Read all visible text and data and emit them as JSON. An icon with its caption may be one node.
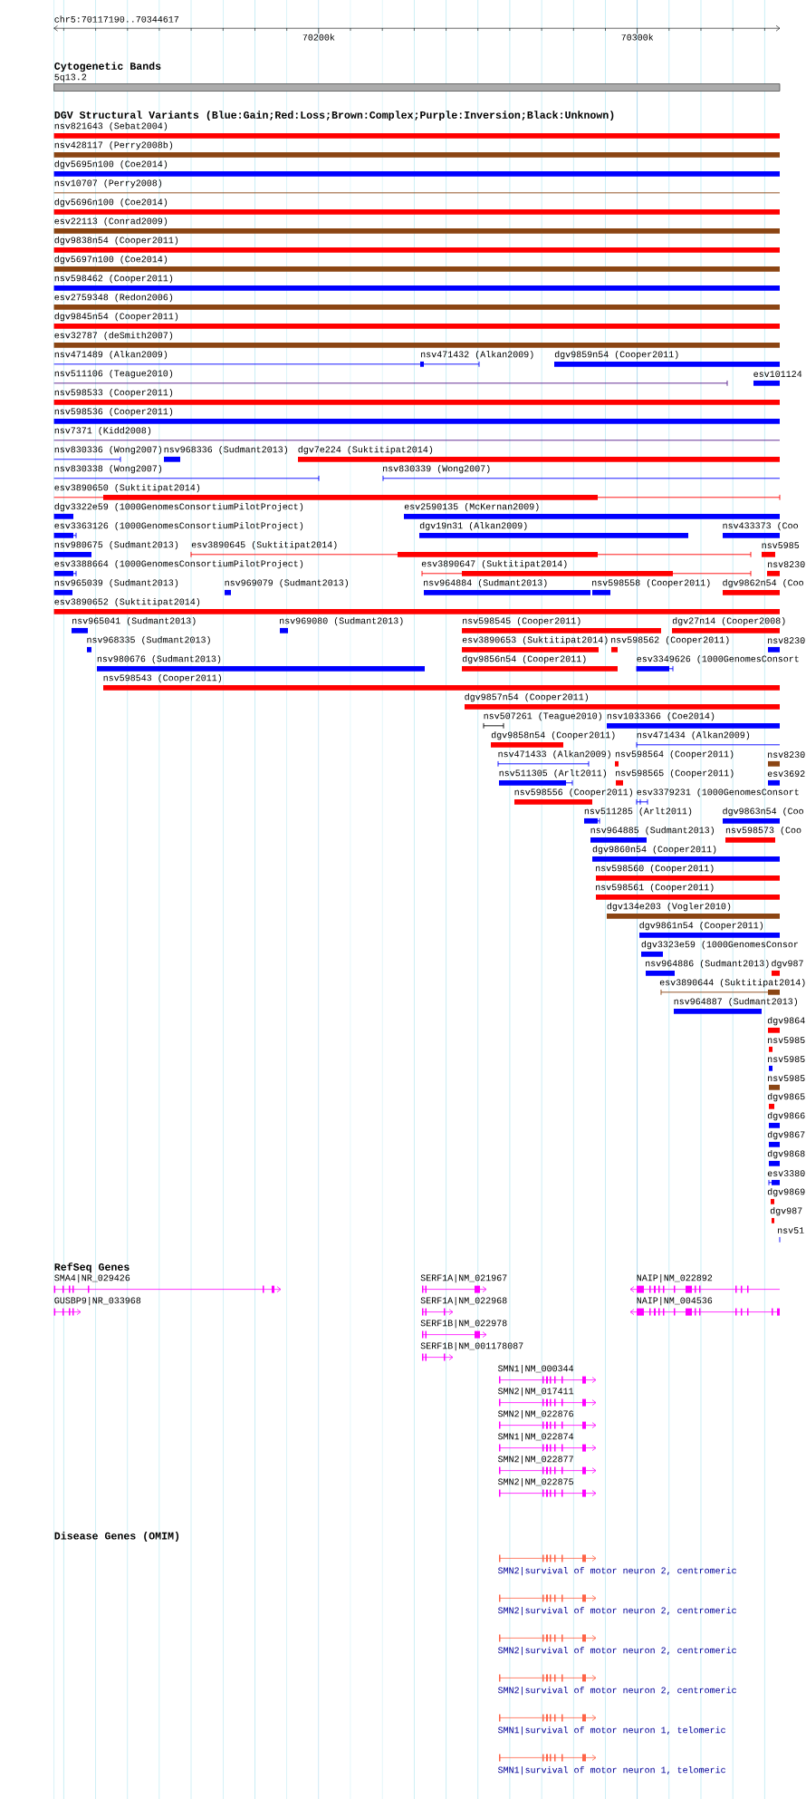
{
  "diagram": {
    "labels": [
      "chr5:70117190..70344617",
      "70200k",
      "70300k",
      "Cytogenetic Bands",
      "5q13.2",
      "DGV Structural Variants (Blue:Gain;Red:Loss;Brown:Complex;Purple:Inversion;Black:Unknown)",
      "nsv821643 (Sebat2004)",
      "nsv428117 (Perry2008b)",
      "dgv5695n100 (Coe2014)",
      "nsv10707 (Perry2008)",
      "dgv5696n100 (Coe2014)",
      "esv22113 (Conrad2009)",
      "dgv9838n54 (Cooper2011)",
      "dgv5697n100 (Coe2014)",
      "nsv598462 (Cooper2011)",
      "esv2759348 (Redon2006)",
      "dgv9845n54 (Cooper2011)",
      "esv32787 (deSmith2007)",
      "nsv471489 (Alkan2009)",
      "nsv471432 (Alkan2009)",
      "dgv9859n54 (Cooper2011)",
      "nsv511106 (Teague2010)",
      "esv101124",
      "nsv598533 (Cooper2011)",
      "nsv598536 (Cooper2011)",
      "nsv7371 (Kidd2008)",
      "nsv830336 (Wong2007)",
      "nsv968336 (Sudmant2013)",
      "dgv7e224 (Suktitipat2014)",
      "nsv830338 (Wong2007)",
      "nsv830339 (Wong2007)",
      "esv3890650 (Suktitipat2014)",
      "dgv3322e59 (1000GenomesConsortiumPilotProject)",
      "esv2590135 (McKernan2009)",
      "esv3363126 (1000GenomesConsortiumPilotProject)",
      "dgv19n31 (Alkan2009)",
      "nsv433373 (Coo",
      "nsv980675 (Sudmant2013)",
      "esv3890645 (Suktitipat2014)",
      "nsv5985",
      "esv3388664 (1000GenomesConsortiumPilotProject)",
      "esv3890647 (Suktitipat2014)",
      "nsv8230",
      "nsv965039 (Sudmant2013)",
      "nsv969079 (Sudmant2013)",
      "nsv964884 (Sudmant2013)",
      "nsv598558 (Cooper2011)",
      "dgv9862n54 (Coo",
      "esv3890652 (Suktitipat2014)",
      "nsv965041 (Sudmant2013)",
      "nsv969080 (Sudmant2013)",
      "nsv598545 (Cooper2011)",
      "dgv27n14 (Cooper2008)",
      "nsv968335 (Sudmant2013)",
      "esv3890653 (Suktitipat2014)",
      "nsv598562 (Cooper2011)",
      "nsv8230",
      "nsv980676 (Sudmant2013)",
      "dgv9856n54 (Cooper2011)",
      "esv3349626 (1000GenomesConsort",
      "nsv598543 (Cooper2011)",
      "dgv9857n54 (Cooper2011)",
      "nsv507261 (Teague2010)",
      "nsv1033366 (Coe2014)",
      "dgv9858n54 (Cooper2011)",
      "nsv471434 (Alkan2009)",
      "nsv471433 (Alkan2009)",
      "nsv598564 (Cooper2011)",
      "nsv8230",
      "nsv511305 (Arlt2011)",
      "nsv598565 (Cooper2011)",
      "esv3692",
      "nsv598556 (Cooper2011)",
      "esv3379231 (1000GenomesConsort",
      "nsv511285 (Arlt2011)",
      "dgv9863n54 (Coo",
      "nsv964885 (Sudmant2013)",
      "nsv598573 (Coo",
      "dgv9860n54 (Cooper2011)",
      "nsv598560 (Cooper2011)",
      "nsv598561 (Cooper2011)",
      "dgv134e203 (Vogler2010)",
      "dgv9861n54 (Cooper2011)",
      "dgv3323e59 (1000GenomesConsor",
      "nsv964886 (Sudmant2013)",
      "dgv987",
      "esv3890644 (Suktitipat2014)",
      "nsv964887 (Sudmant2013)",
      "dgv9864",
      "nsv5985",
      "nsv5985",
      "nsv5985",
      "dgv9865",
      "dgv9866",
      "dgv9867",
      "dgv9868",
      "esv3380",
      "dgv9869",
      "dgv987",
      "nsv51",
      "RefSeq Genes",
      "SMA4|NR_029426",
      "SERF1A|NM_021967",
      "NAIP|NM_022892",
      "GUSBP9|NR_033968",
      "SERF1A|NM_022968",
      "NAIP|NM_004536",
      "SERF1B|NM_022978",
      "SERF1B|NM_001178087",
      "SMN1|NM_000344",
      "SMN2|NM_017411",
      "SMN2|NM_022876",
      "SMN1|NM_022874",
      "SMN2|NM_022877",
      "SMN2|NM_022875",
      "Disease Genes (OMIM)",
      "SMN2|survival of motor neuron 2, centromeric",
      "SMN2|survival of motor neuron 2, centromeric",
      "SMN2|survival of motor neuron 2, centromeric",
      "SMN2|survival of motor neuron 2, centromeric",
      "SMN1|survival of motor neuron 1, telomeric",
      "SMN1|survival of motor neuron 1, telomeric"
    ]
  }
}
